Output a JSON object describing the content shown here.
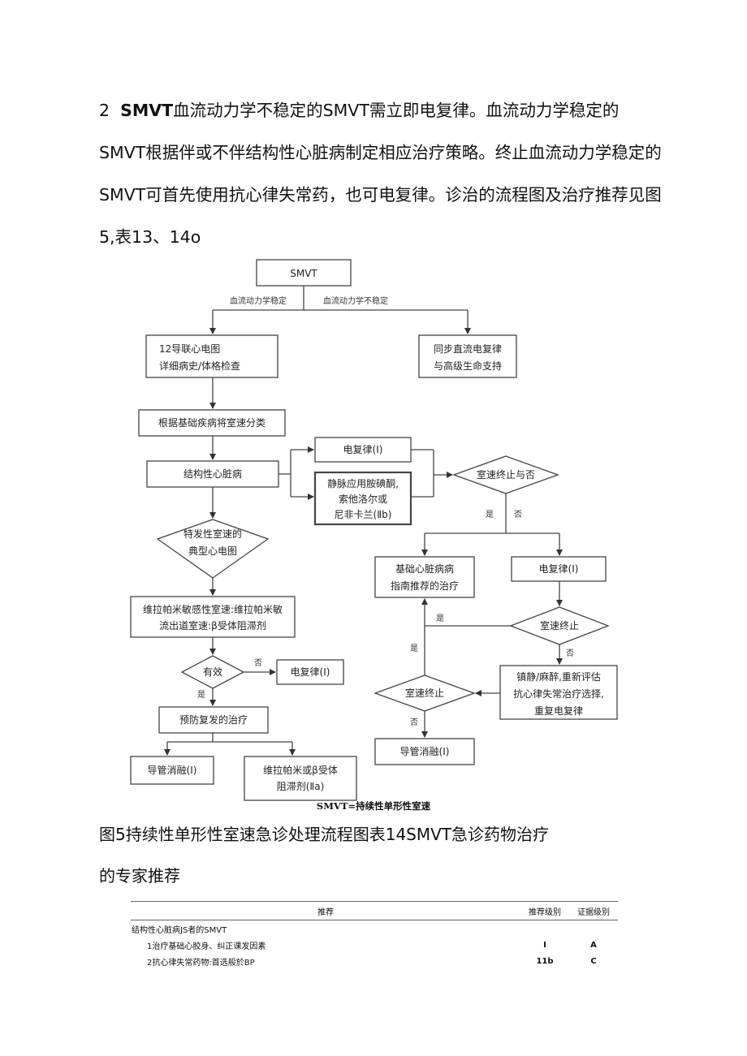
{
  "paragraph": {
    "num": "2",
    "bold": "SMVT",
    "line1_rest": "血流动力学不稳定的SMVT需立即电复律。血流动力学稳定的",
    "line2": "SMVT根据伴或不伴结构性心脏病制定相应治疗策略。终止血流动力学稳定的",
    "line3": "SMVT可首先使用抗心律失常药，也可电复律。诊治的流程图及治疗推荐见图",
    "line4": "5,表13、14o"
  },
  "flowchart": {
    "start": "SMVT",
    "label_stable": "血流动力学稳定",
    "label_unstable": "血流动力学不稳定",
    "ecg_line1": "12导联心电图",
    "ecg_line2": "详细病史/体格检查",
    "sync_line1": "同步直流电复律",
    "sync_line2": "与高级生命支持",
    "classify": "根据基础疾病将室速分类",
    "structural": "结构性心脏病",
    "cardiov_a": "电复律(Ⅰ)",
    "iv_line1": "静脉应用胺碘酮,",
    "iv_line2": "索他洛尔或",
    "iv_line3": "尼非卡兰(Ⅱb)",
    "vt_stop_q": "室速终止与否",
    "yes": "是",
    "no": "否",
    "idio_line1": "特发性室速的",
    "idio_line2": "典型心电图",
    "basic_line1": "基础心脏病病",
    "basic_line2": "指南推荐的治疗",
    "cardiov_b": "电复律(Ⅰ)",
    "vera_line1": "维拉帕米敏感性室速:维拉帕米敏",
    "vera_line2": "流出道室速:β受体阻滞剂",
    "vt_stop1": "室速终止",
    "effective": "有效",
    "cardiov_c": "电复律(Ⅰ)",
    "sed_line1": "镇静/麻醉,重新评估",
    "sed_line2": "抗心律失常治疗选择,",
    "sed_line3": "重复电复律",
    "vt_stop2": "室速终止",
    "prevent": "预防复发的治疗",
    "ablation_a": "导管消融(Ⅰ)",
    "vb_line1": "维拉帕米或β受体",
    "vb_line2": "阻滞剂(Ⅱa)",
    "ablation_b": "导管消融(Ⅰ)"
  },
  "figure_note": "SMVT=持续性单形性室速",
  "caption": {
    "line1": "图5持续性单形性室速急诊处理流程图表14SMVT急诊药物治疗",
    "line2": "的专家推荐"
  },
  "table": {
    "headers": [
      "推荐",
      "推荐级别",
      "证据级别"
    ],
    "group": "结构性心脏病JS者的SMVT",
    "rows": [
      {
        "text": "1治疗基础心胶身、纠正课发因素",
        "rec": "I",
        "evi": "A"
      },
      {
        "text": "2抗心律失常药物:首选般於BP",
        "rec": "11b",
        "evi": "C"
      }
    ]
  }
}
